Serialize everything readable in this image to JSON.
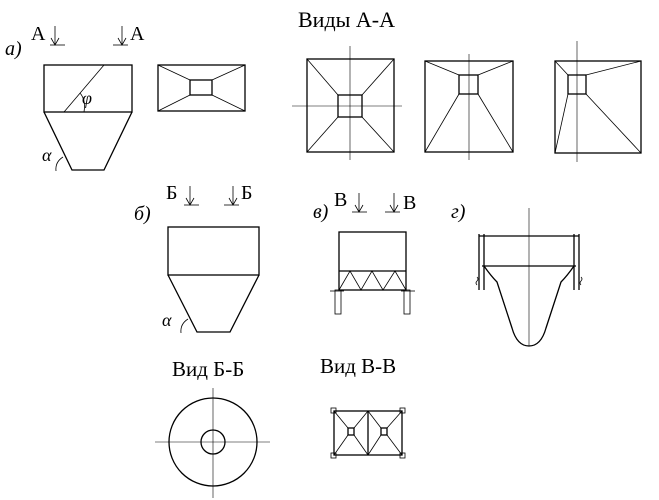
{
  "labels": {
    "views_aa_title": "Виды А-А",
    "view_bb_title": "Вид Б-Б",
    "view_vv_title": "Вид В-В",
    "fig_a": "а)",
    "fig_b": "б)",
    "fig_v": "в)",
    "fig_g": "г)",
    "section_a_left": "А",
    "section_a_right": "А",
    "section_b_left": "Б",
    "section_b_right": "Б",
    "section_v_left": "В",
    "section_v_right": "В",
    "angle_phi": "φ",
    "angle_alpha_a": "α",
    "angle_alpha_b": "α"
  }
}
